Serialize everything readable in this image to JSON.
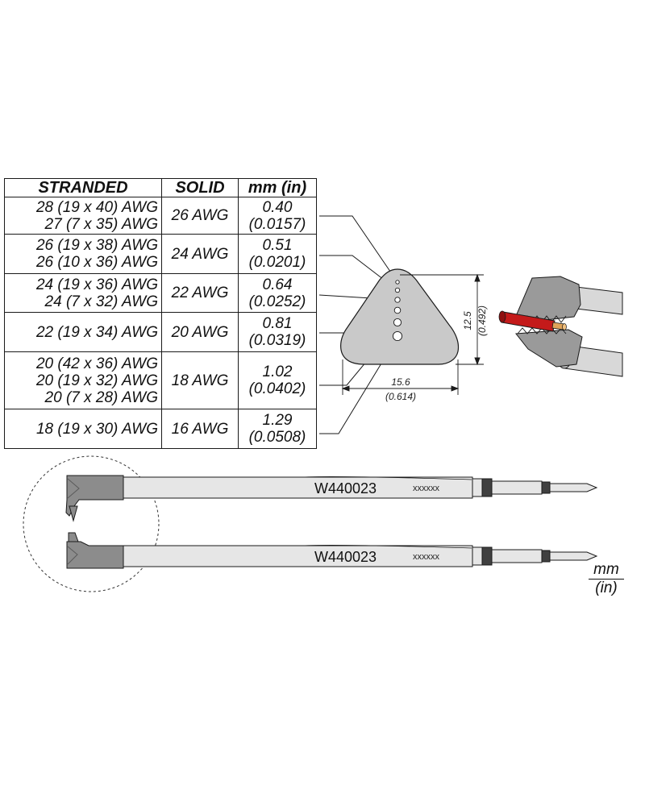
{
  "table": {
    "headers": [
      "STRANDED",
      "SOLID",
      "mm (in)"
    ],
    "rows": [
      {
        "stranded": [
          "28 (19 x 40) AWG",
          "27 (7 x 35) AWG"
        ],
        "solid": "26 AWG",
        "mm": "0.40",
        "in": "(0.0157)"
      },
      {
        "stranded": [
          "26 (19 x 38) AWG",
          "26 (10 x 36) AWG"
        ],
        "solid": "24 AWG",
        "mm": "0.51",
        "in": "(0.0201)"
      },
      {
        "stranded": [
          "24 (19 x 36) AWG",
          "24 (7 x 32) AWG"
        ],
        "solid": "22 AWG",
        "mm": "0.64",
        "in": "(0.0252)"
      },
      {
        "stranded": [
          "22 (19 x 34) AWG"
        ],
        "solid": "20 AWG",
        "mm": "0.81",
        "in": "(0.0319)"
      },
      {
        "stranded": [
          "20 (42 x 36) AWG",
          "20 (19 x 32) AWG",
          "20 (7 x 28) AWG"
        ],
        "solid": "18 AWG",
        "mm": "1.02",
        "in": "(0.0402)"
      },
      {
        "stranded": [
          "18 (19 x 30) AWG"
        ],
        "solid": "16 AWG",
        "mm": "1.29",
        "in": "(0.0508)"
      }
    ]
  },
  "dimensions": {
    "width_mm": "15.6",
    "width_in": "(0.614)",
    "height_mm": "12.5",
    "height_in": "(0.492)"
  },
  "tool": {
    "part_number": "W440023",
    "serial_placeholder": "xxxxxx"
  },
  "units": {
    "primary": "mm",
    "secondary": "(in)"
  },
  "colors": {
    "blade_gray": "#8c8c8c",
    "shaft_light": "#e6e6e6",
    "wire_red": "#c41a1a",
    "copper": "#e0a45a",
    "outline": "#1a1a1a"
  }
}
